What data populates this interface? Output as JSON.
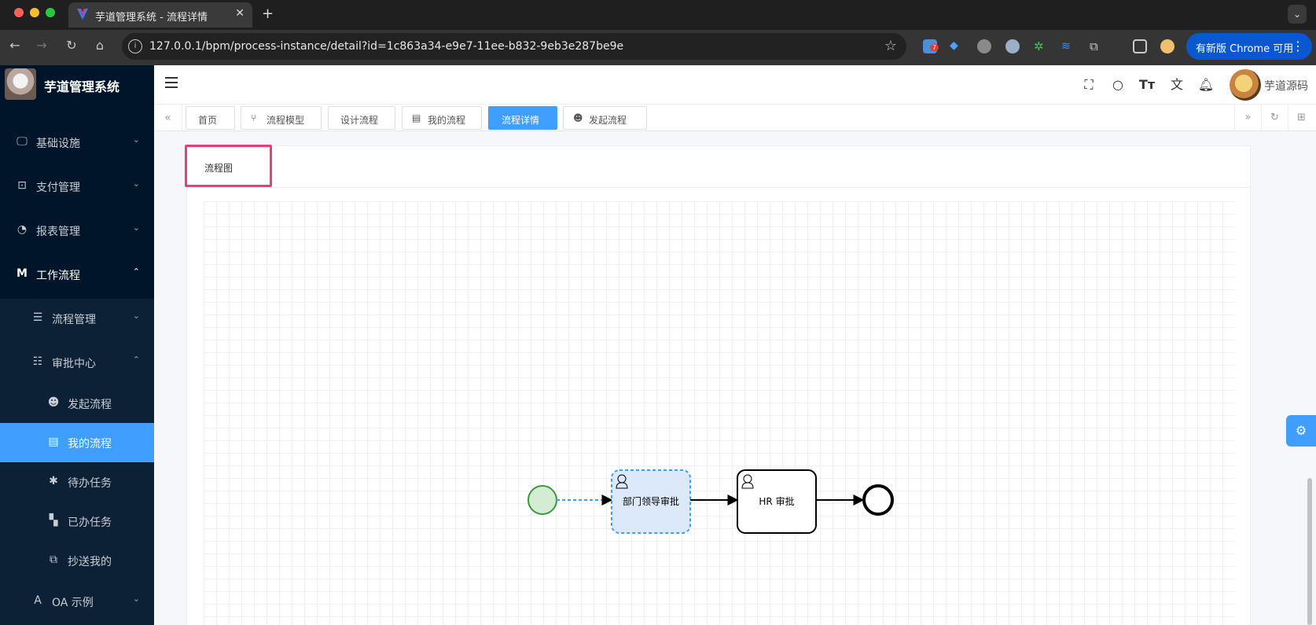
{
  "browser": {
    "tab_title": "芋道管理系统 - 流程详情",
    "url": "127.0.0.1/bpm/process-instance/detail?id=1c863a34-e9e7-11ee-b832-9eb3e287be9e",
    "update_button": "有新版 Chrome 可用",
    "extension_badge": "7"
  },
  "sidebar": {
    "app_name": "芋道管理系统",
    "menus": [
      {
        "label": "基础设施",
        "icon": "monitor-icon",
        "expanded": false
      },
      {
        "label": "支付管理",
        "icon": "pay-icon",
        "expanded": false
      },
      {
        "label": "报表管理",
        "icon": "pie-chart-icon",
        "expanded": false
      },
      {
        "label": "工作流程",
        "icon": "workflow-icon",
        "expanded": true
      },
      {
        "label": "流程管理",
        "icon": "list-icon",
        "expanded": false
      },
      {
        "label": "审批中心",
        "icon": "server-icon",
        "expanded": true
      },
      {
        "label": "发起流程",
        "icon": "smile-icon"
      },
      {
        "label": "我的流程",
        "icon": "book-icon",
        "active": true
      },
      {
        "label": "待办任务",
        "icon": "gear-icon"
      },
      {
        "label": "已办任务",
        "icon": "checker-icon"
      },
      {
        "label": "抄送我的",
        "icon": "copy-icon"
      },
      {
        "label": "OA 示例",
        "icon": "oa-icon",
        "expanded": false
      }
    ]
  },
  "header": {
    "user_name": "芋道源码",
    "icons": [
      "fullscreen-icon",
      "search-icon",
      "font-size-icon",
      "translate-icon",
      "bell-icon"
    ]
  },
  "tags": [
    {
      "label": "首页",
      "icon": ""
    },
    {
      "label": "流程模型",
      "icon": "model-icon"
    },
    {
      "label": "设计流程",
      "icon": ""
    },
    {
      "label": "我的流程",
      "icon": "book-icon"
    },
    {
      "label": "流程详情",
      "icon": "",
      "active": true
    },
    {
      "label": "发起流程",
      "icon": "smile-icon"
    }
  ],
  "card": {
    "title": "流程图"
  },
  "diagram": {
    "nodes": [
      {
        "id": "start",
        "type": "start-event",
        "label": "",
        "status": "completed"
      },
      {
        "id": "task1",
        "type": "user-task",
        "label": "部门领导审批",
        "status": "running"
      },
      {
        "id": "task2",
        "type": "user-task",
        "label": "HR 审批",
        "status": "pending"
      },
      {
        "id": "end",
        "type": "end-event",
        "label": ""
      }
    ],
    "colors": {
      "completed_fill": "#d4ecd4",
      "completed_stroke": "#3a9a3a",
      "running_fill": "#dbe9fb",
      "running_stroke": "#409eff",
      "default_stroke": "#000000",
      "highlight": "#e83e7a"
    }
  }
}
